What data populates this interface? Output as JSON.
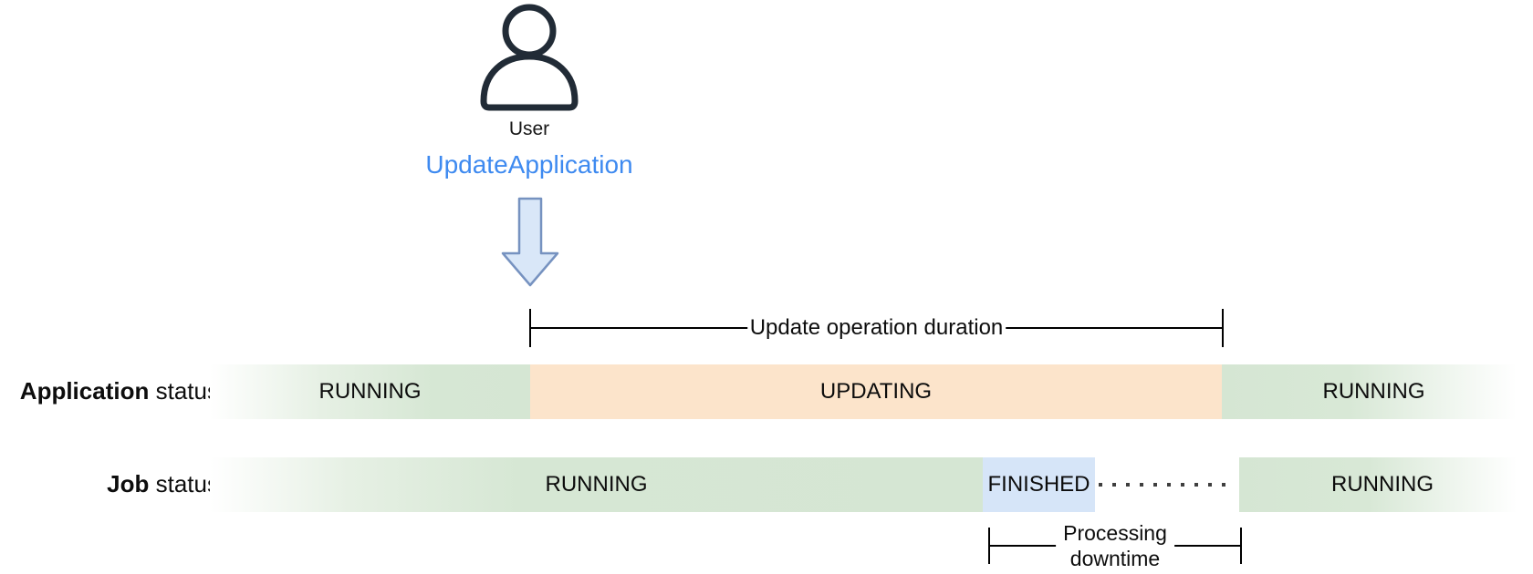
{
  "actor": {
    "name": "User",
    "action_label": "UpdateApplication"
  },
  "brackets": {
    "update": {
      "label": "Update operation duration"
    },
    "downtime": {
      "label_line1": "Processing",
      "label_line2": "downtime"
    }
  },
  "timeline": {
    "application_row": {
      "label_bold": "Application",
      "label_normal": "status",
      "segments": [
        {
          "label": "RUNNING",
          "color": "#d6e7d4",
          "style": "fade-in-left"
        },
        {
          "label": "UPDATING",
          "color": "#fce4cb",
          "style": "solid"
        },
        {
          "label": "RUNNING",
          "color": "#d6e7d4",
          "style": "fade-out-right"
        }
      ]
    },
    "job_row": {
      "label_bold": "Job",
      "label_normal": "status",
      "segments": [
        {
          "label": "RUNNING",
          "color": "#d6e7d4",
          "style": "fade-in-left"
        },
        {
          "label": "FINISHED",
          "color": "#d6e5f8",
          "style": "solid"
        },
        {
          "label": "",
          "color": "#3f3f3f",
          "style": "dotted-gap"
        },
        {
          "label": "RUNNING",
          "color": "#d6e7d4",
          "style": "fade-out-right"
        }
      ]
    }
  },
  "palette": {
    "running_green": "#d6e7d4",
    "updating_orange": "#fce4cb",
    "finished_blue": "#d6e5f8",
    "action_blue": "#3e8af0",
    "arrow_fill": "#d9e7f8",
    "arrow_stroke": "#7692c0",
    "icon_stroke": "#212b36",
    "bracket_line": "#000000",
    "dot_color": "#3f3f3f",
    "background": "#ffffff"
  }
}
